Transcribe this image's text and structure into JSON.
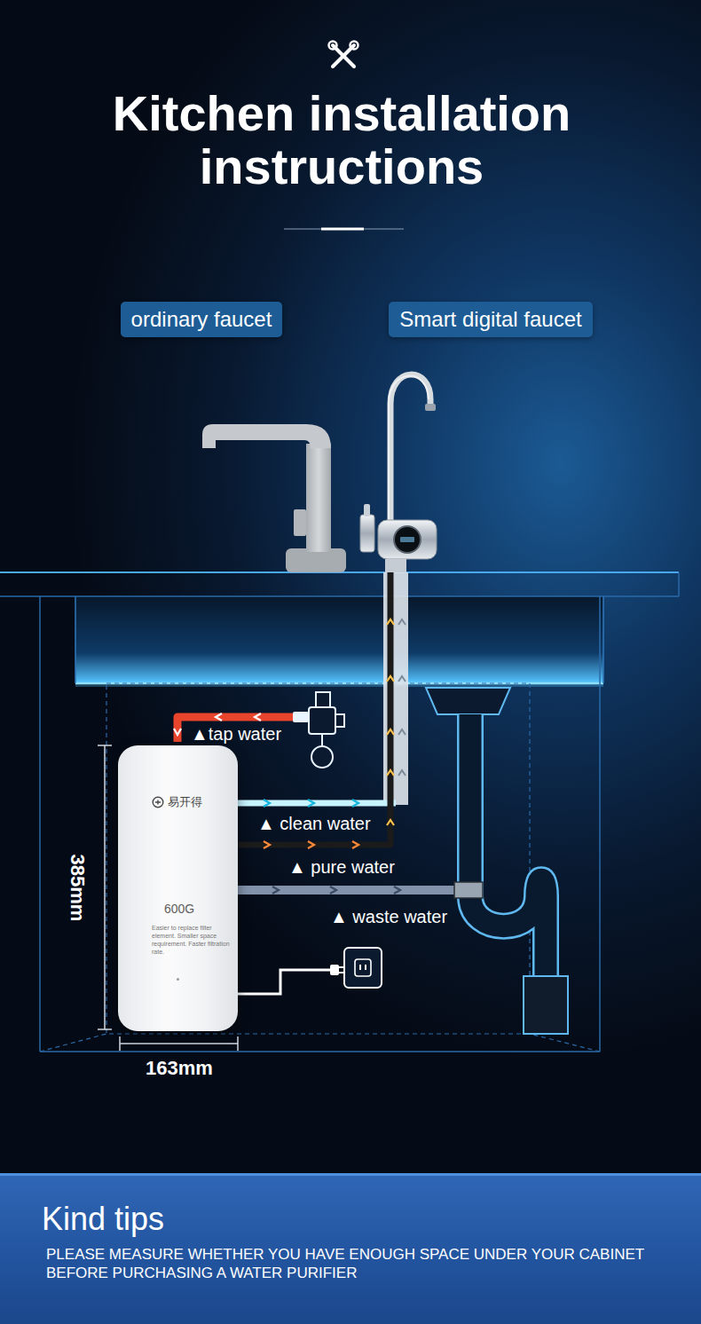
{
  "diagram": {
    "title": "Kitchen installation instructions",
    "nodes": [
      {
        "text": [
          "ordinary faucet"
        ]
      },
      {
        "text": [
          "Smart digital faucet"
        ]
      },
      {
        "text": [
          "易开得",
          "600G",
          "Easier to replace filter element. Smaller space requirement. Faster filtration rate."
        ]
      },
      {
        "text": [
          "Kind tips",
          "PLEASE MEASURE WHETHER YOU HAVE ENOUGH SPACE UNDER YOUR CABINET BEFORE PURCHASING A WATER PURIFIER"
        ]
      }
    ],
    "labels": [
      "▲tap water",
      "▲ clean water",
      "▲ pure water",
      "▲ waste water",
      "385mm",
      "163mm"
    ]
  }
}
